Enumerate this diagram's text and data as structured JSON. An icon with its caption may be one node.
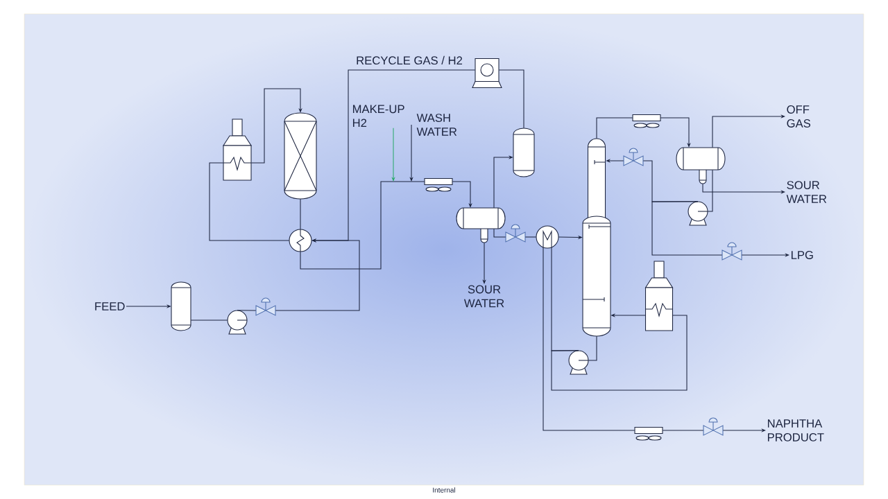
{
  "diagram": {
    "nodes": [
      {
        "text": [
          "FEED"
        ]
      },
      {
        "text": [],
        "shape": "drum"
      },
      {
        "text": [],
        "shape": "pump"
      },
      {
        "text": [],
        "shape": "valve"
      },
      {
        "text": [],
        "shape": "exchanger"
      },
      {
        "text": [],
        "shape": "furnace"
      },
      {
        "text": [],
        "shape": "reactor"
      },
      {
        "text": [
          "MAKE-UP H2"
        ]
      },
      {
        "text": [
          "WASH WATER"
        ]
      },
      {
        "text": [],
        "shape": "cooler"
      },
      {
        "text": [],
        "shape": "drum"
      },
      {
        "text": [
          "SOUR WATER"
        ]
      },
      {
        "text": [],
        "shape": "drum"
      },
      {
        "text": [],
        "shape": "compressor"
      },
      {
        "text": [],
        "shape": "valve"
      },
      {
        "text": [],
        "shape": "exchanger"
      },
      {
        "text": [],
        "shape": "column"
      },
      {
        "text": [],
        "shape": "cooler"
      },
      {
        "text": [],
        "shape": "drum"
      },
      {
        "text": [
          "OFF GAS"
        ]
      },
      {
        "text": [],
        "shape": "pump"
      },
      {
        "text": [],
        "shape": "valve"
      },
      {
        "text": [
          "SOUR WATER"
        ]
      },
      {
        "text": [],
        "shape": "valve"
      },
      {
        "text": [
          "LPG"
        ]
      },
      {
        "text": [],
        "shape": "furnace"
      },
      {
        "text": [],
        "shape": "pump"
      },
      {
        "text": [],
        "shape": "cooler"
      },
      {
        "text": [],
        "shape": "valve"
      },
      {
        "text": [
          "NAPHTHA PRODUCT"
        ]
      }
    ],
    "edges": [
      {
        "from": 0,
        "to": 1,
        "arrow": "to"
      },
      {
        "from": 1,
        "to": 2,
        "arrow": "none"
      },
      {
        "from": 2,
        "to": 3,
        "arrow": "none"
      },
      {
        "from": 3,
        "to": 4,
        "arrow": "to"
      },
      {
        "from": 13,
        "to": 4,
        "arrow": "to"
      },
      {
        "from": 4,
        "to": 5,
        "arrow": "none"
      },
      {
        "from": 5,
        "to": 6,
        "arrow": "to"
      },
      {
        "from": 6,
        "to": 4,
        "arrow": "none"
      },
      {
        "from": 4,
        "to": 9,
        "arrow": "none"
      },
      {
        "from": 7,
        "to": null,
        "arrow": "to",
        "color": "#2eaa6e"
      },
      {
        "from": 8,
        "to": null,
        "arrow": "to"
      },
      {
        "from": 9,
        "to": 10,
        "arrow": "to"
      },
      {
        "from": 10,
        "to": 12,
        "arrow": "to"
      },
      {
        "from": 12,
        "to": 13,
        "arrow": "none"
      },
      {
        "from": 10,
        "to": 11,
        "arrow": "to"
      },
      {
        "from": 10,
        "to": 14,
        "arrow": "none"
      },
      {
        "from": 14,
        "to": 15,
        "arrow": "none"
      },
      {
        "from": 15,
        "to": 16,
        "arrow": "to"
      },
      {
        "from": 16,
        "to": 17,
        "arrow": "none"
      },
      {
        "from": 17,
        "to": 18,
        "arrow": "to"
      },
      {
        "from": 18,
        "to": 19,
        "arrow": "to"
      },
      {
        "from": 18,
        "to": 22,
        "arrow": "to"
      },
      {
        "from": 18,
        "to": 20,
        "arrow": "none"
      },
      {
        "from": 20,
        "to": 21,
        "arrow": "none"
      },
      {
        "from": 21,
        "to": 16,
        "arrow": "to"
      },
      {
        "from": 20,
        "to": 23,
        "arrow": "none"
      },
      {
        "from": 23,
        "to": 24,
        "arrow": "to"
      },
      {
        "from": 16,
        "to": 26,
        "arrow": "none"
      },
      {
        "from": 26,
        "to": 15,
        "arrow": "none"
      },
      {
        "from": 26,
        "to": 25,
        "arrow": "none"
      },
      {
        "from": 25,
        "to": 16,
        "arrow": "to"
      },
      {
        "from": 15,
        "to": 27,
        "arrow": "none"
      },
      {
        "from": 27,
        "to": 28,
        "arrow": "none"
      },
      {
        "from": 28,
        "to": 29,
        "arrow": "to"
      }
    ],
    "labels": [
      "RECYCLE GAS / H2",
      "Internal"
    ]
  }
}
